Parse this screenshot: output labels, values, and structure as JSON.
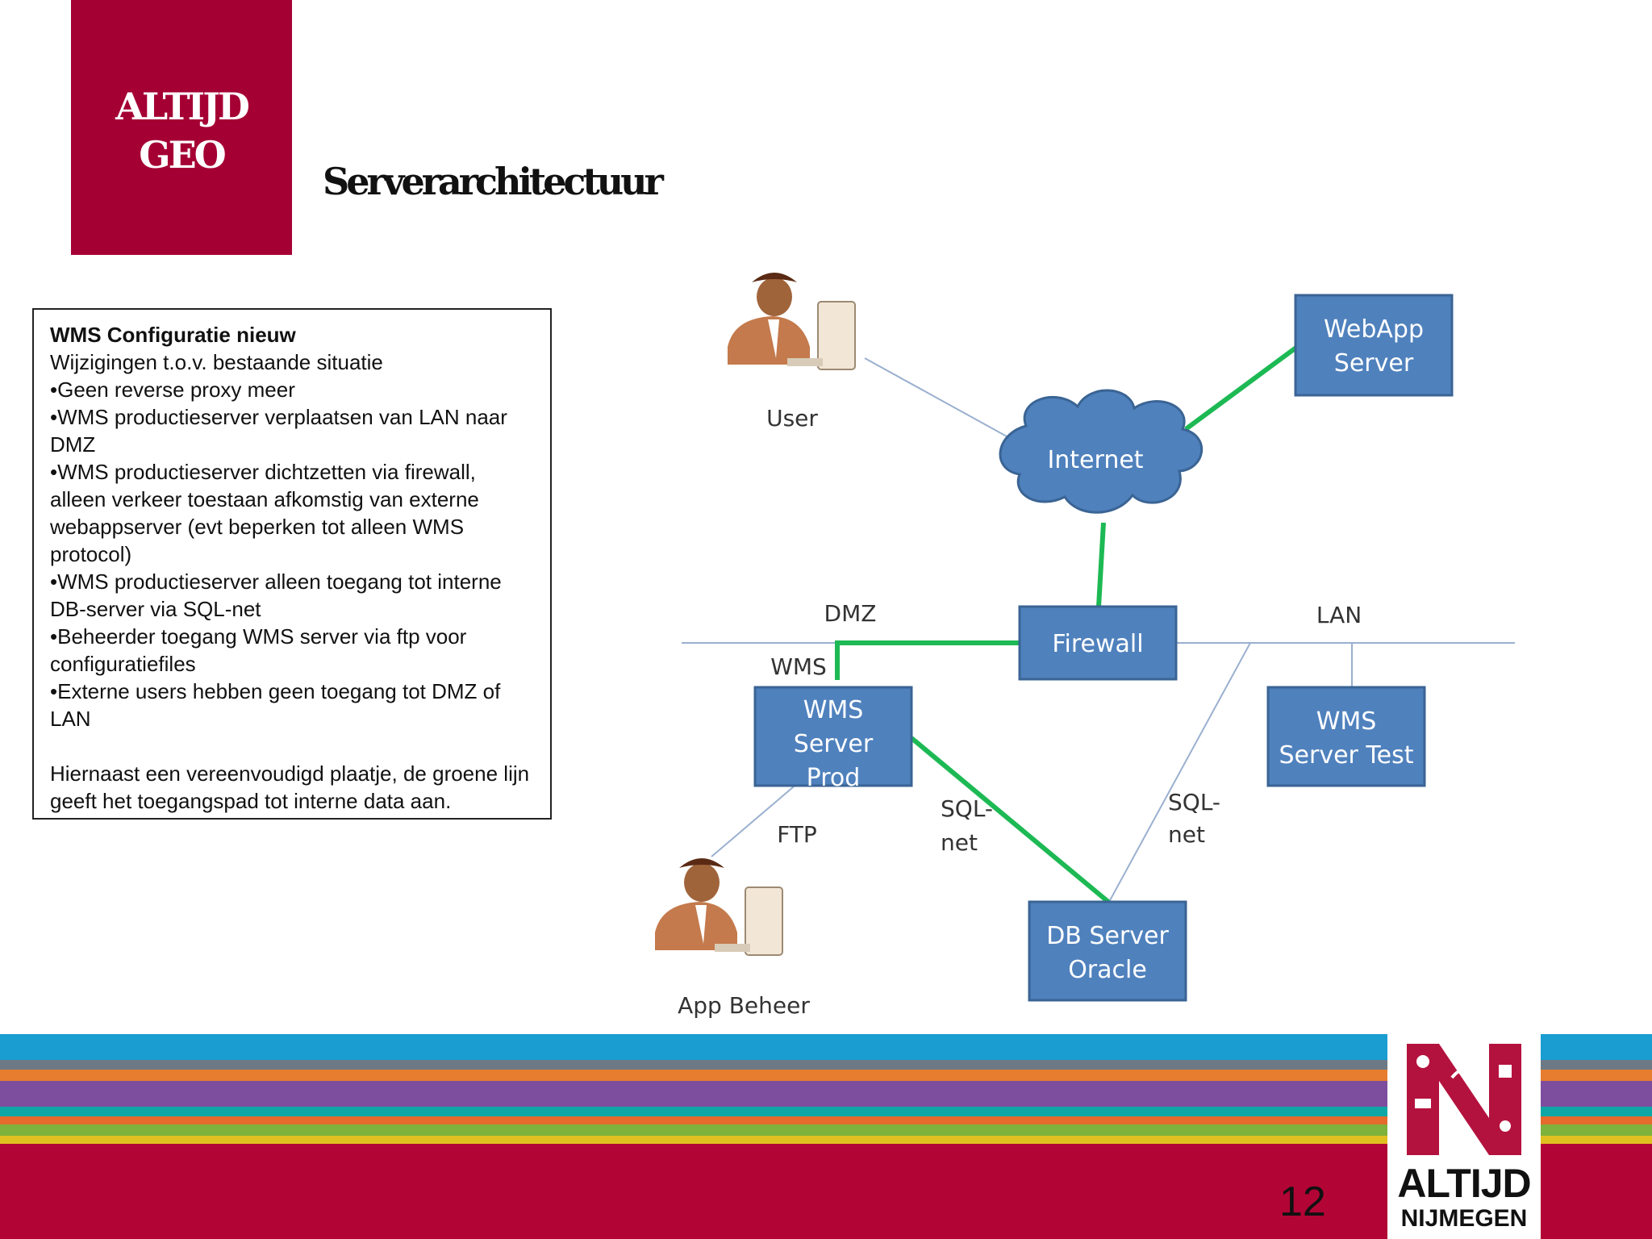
{
  "brand": {
    "name_line1": "ALTIJD",
    "name_line2": "GEO",
    "color": "#a50034"
  },
  "slide": {
    "title": "Serverarchitectuur",
    "page_number": "12"
  },
  "textbox": {
    "heading": "WMS Configuratie nieuw",
    "lines": [
      "Wijzigingen t.o.v. bestaande situatie",
      "•Geen reverse proxy meer",
      "•WMS productieserver verplaatsen van LAN naar DMZ",
      "•WMS productieserver dichtzetten via firewall, alleen verkeer toestaan afkomstig van externe webappserver (evt beperken tot alleen WMS protocol)",
      "•WMS productieserver alleen toegang tot interne DB-server via SQL-net",
      "•Beheerder toegang WMS server via ftp voor configuratiefiles",
      "•Externe users hebben geen toegang tot DMZ of LAN"
    ],
    "closing": "Hiernaast een vereenvoudigd plaatje, de groene lijn geeft het toegangspad tot interne data aan."
  },
  "diagram": {
    "nodes": {
      "user": "User",
      "internet": "Internet",
      "webapp_l1": "WebApp",
      "webapp_l2": "Server",
      "firewall": "Firewall",
      "wms_prod_l1": "WMS",
      "wms_prod_l2": "Server",
      "wms_prod_l3": "Prod",
      "wms_test_l1": "WMS",
      "wms_test_l2": "Server Test",
      "db_l1": "DB Server",
      "db_l2": "Oracle",
      "app_beheer": "App Beheer"
    },
    "labels": {
      "dmz": "DMZ",
      "lan": "LAN",
      "wms": "WMS",
      "ftp": "FTP",
      "sqlnet_a_l1": "SQL-",
      "sqlnet_a_l2": "net",
      "sqlnet_b_l1": "SQL-",
      "sqlnet_b_l2": "net"
    },
    "colors": {
      "box_fill": "#4f81bd",
      "box_border": "#3a6494",
      "access_path": "#1db954",
      "plain_line": "#9ab0cf"
    }
  },
  "footer_logo": {
    "line1": "ALTIJD",
    "line2": "NIJMEGEN"
  },
  "footer_bands": [
    "#1a9dd1",
    "#6d7a86",
    "#e77d2e",
    "#7e4e9e",
    "#0fa7a6",
    "#e56a2c",
    "#7fb13d",
    "#e0c020",
    "#b20535"
  ]
}
